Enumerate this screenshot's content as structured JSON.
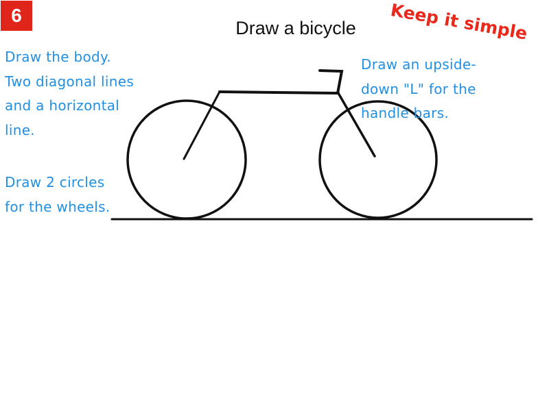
{
  "slide_number": "6",
  "title": "Draw a bicycle",
  "notes": {
    "body": [
      "Draw the body.",
      "Two diagonal lines",
      "and a horizontal",
      "line."
    ],
    "wheels": [
      "Draw 2 circles",
      "for the wheels."
    ],
    "handlebars": [
      "Draw an upside-",
      "down \"L\" for the",
      "handle bars."
    ]
  },
  "callout": "Keep it simple",
  "colors": {
    "badge": "#e0261a",
    "note": "#2190e4",
    "callout": "#e8291c"
  }
}
